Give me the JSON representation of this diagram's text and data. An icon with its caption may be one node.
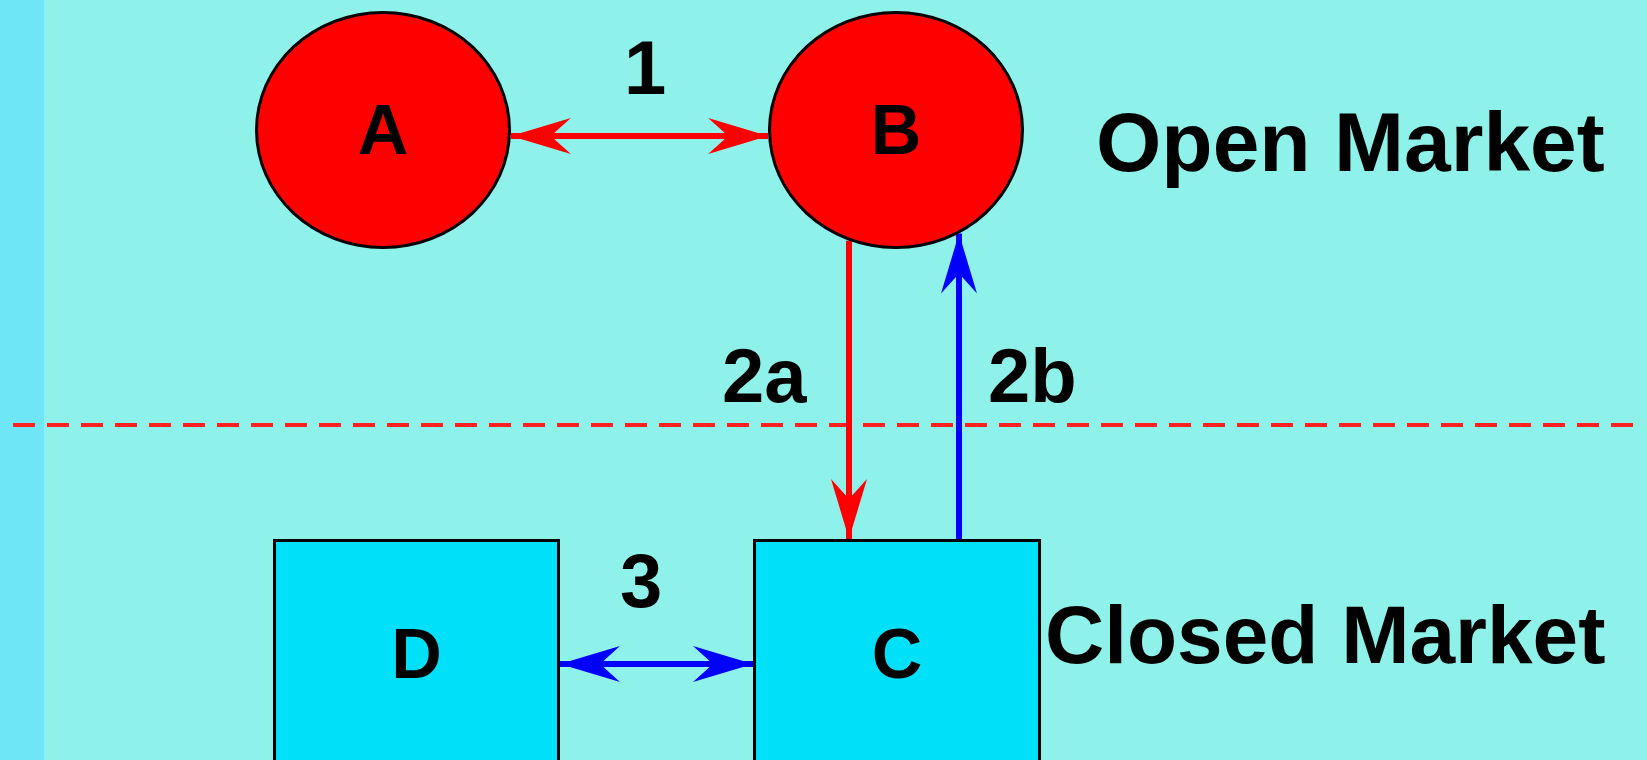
{
  "diagram": {
    "nodes": [
      {
        "text": [
          "A"
        ]
      },
      {
        "text": [
          "B"
        ]
      },
      {
        "text": [
          "D"
        ]
      },
      {
        "text": [
          "C"
        ]
      }
    ],
    "edges": [
      {
        "from": 0,
        "to": 1,
        "arrow": "both",
        "label": "1",
        "color": "#ff0000"
      },
      {
        "from": 1,
        "to": 3,
        "arrow": "to",
        "label": "2a",
        "color": "#ff0000"
      },
      {
        "from": 3,
        "to": 1,
        "arrow": "to",
        "label": "2b",
        "color": "#0000ff"
      },
      {
        "from": 2,
        "to": 3,
        "arrow": "both",
        "label": "3",
        "color": "#0000ff"
      }
    ],
    "labels": [
      "Open Market",
      "Closed Market"
    ]
  }
}
